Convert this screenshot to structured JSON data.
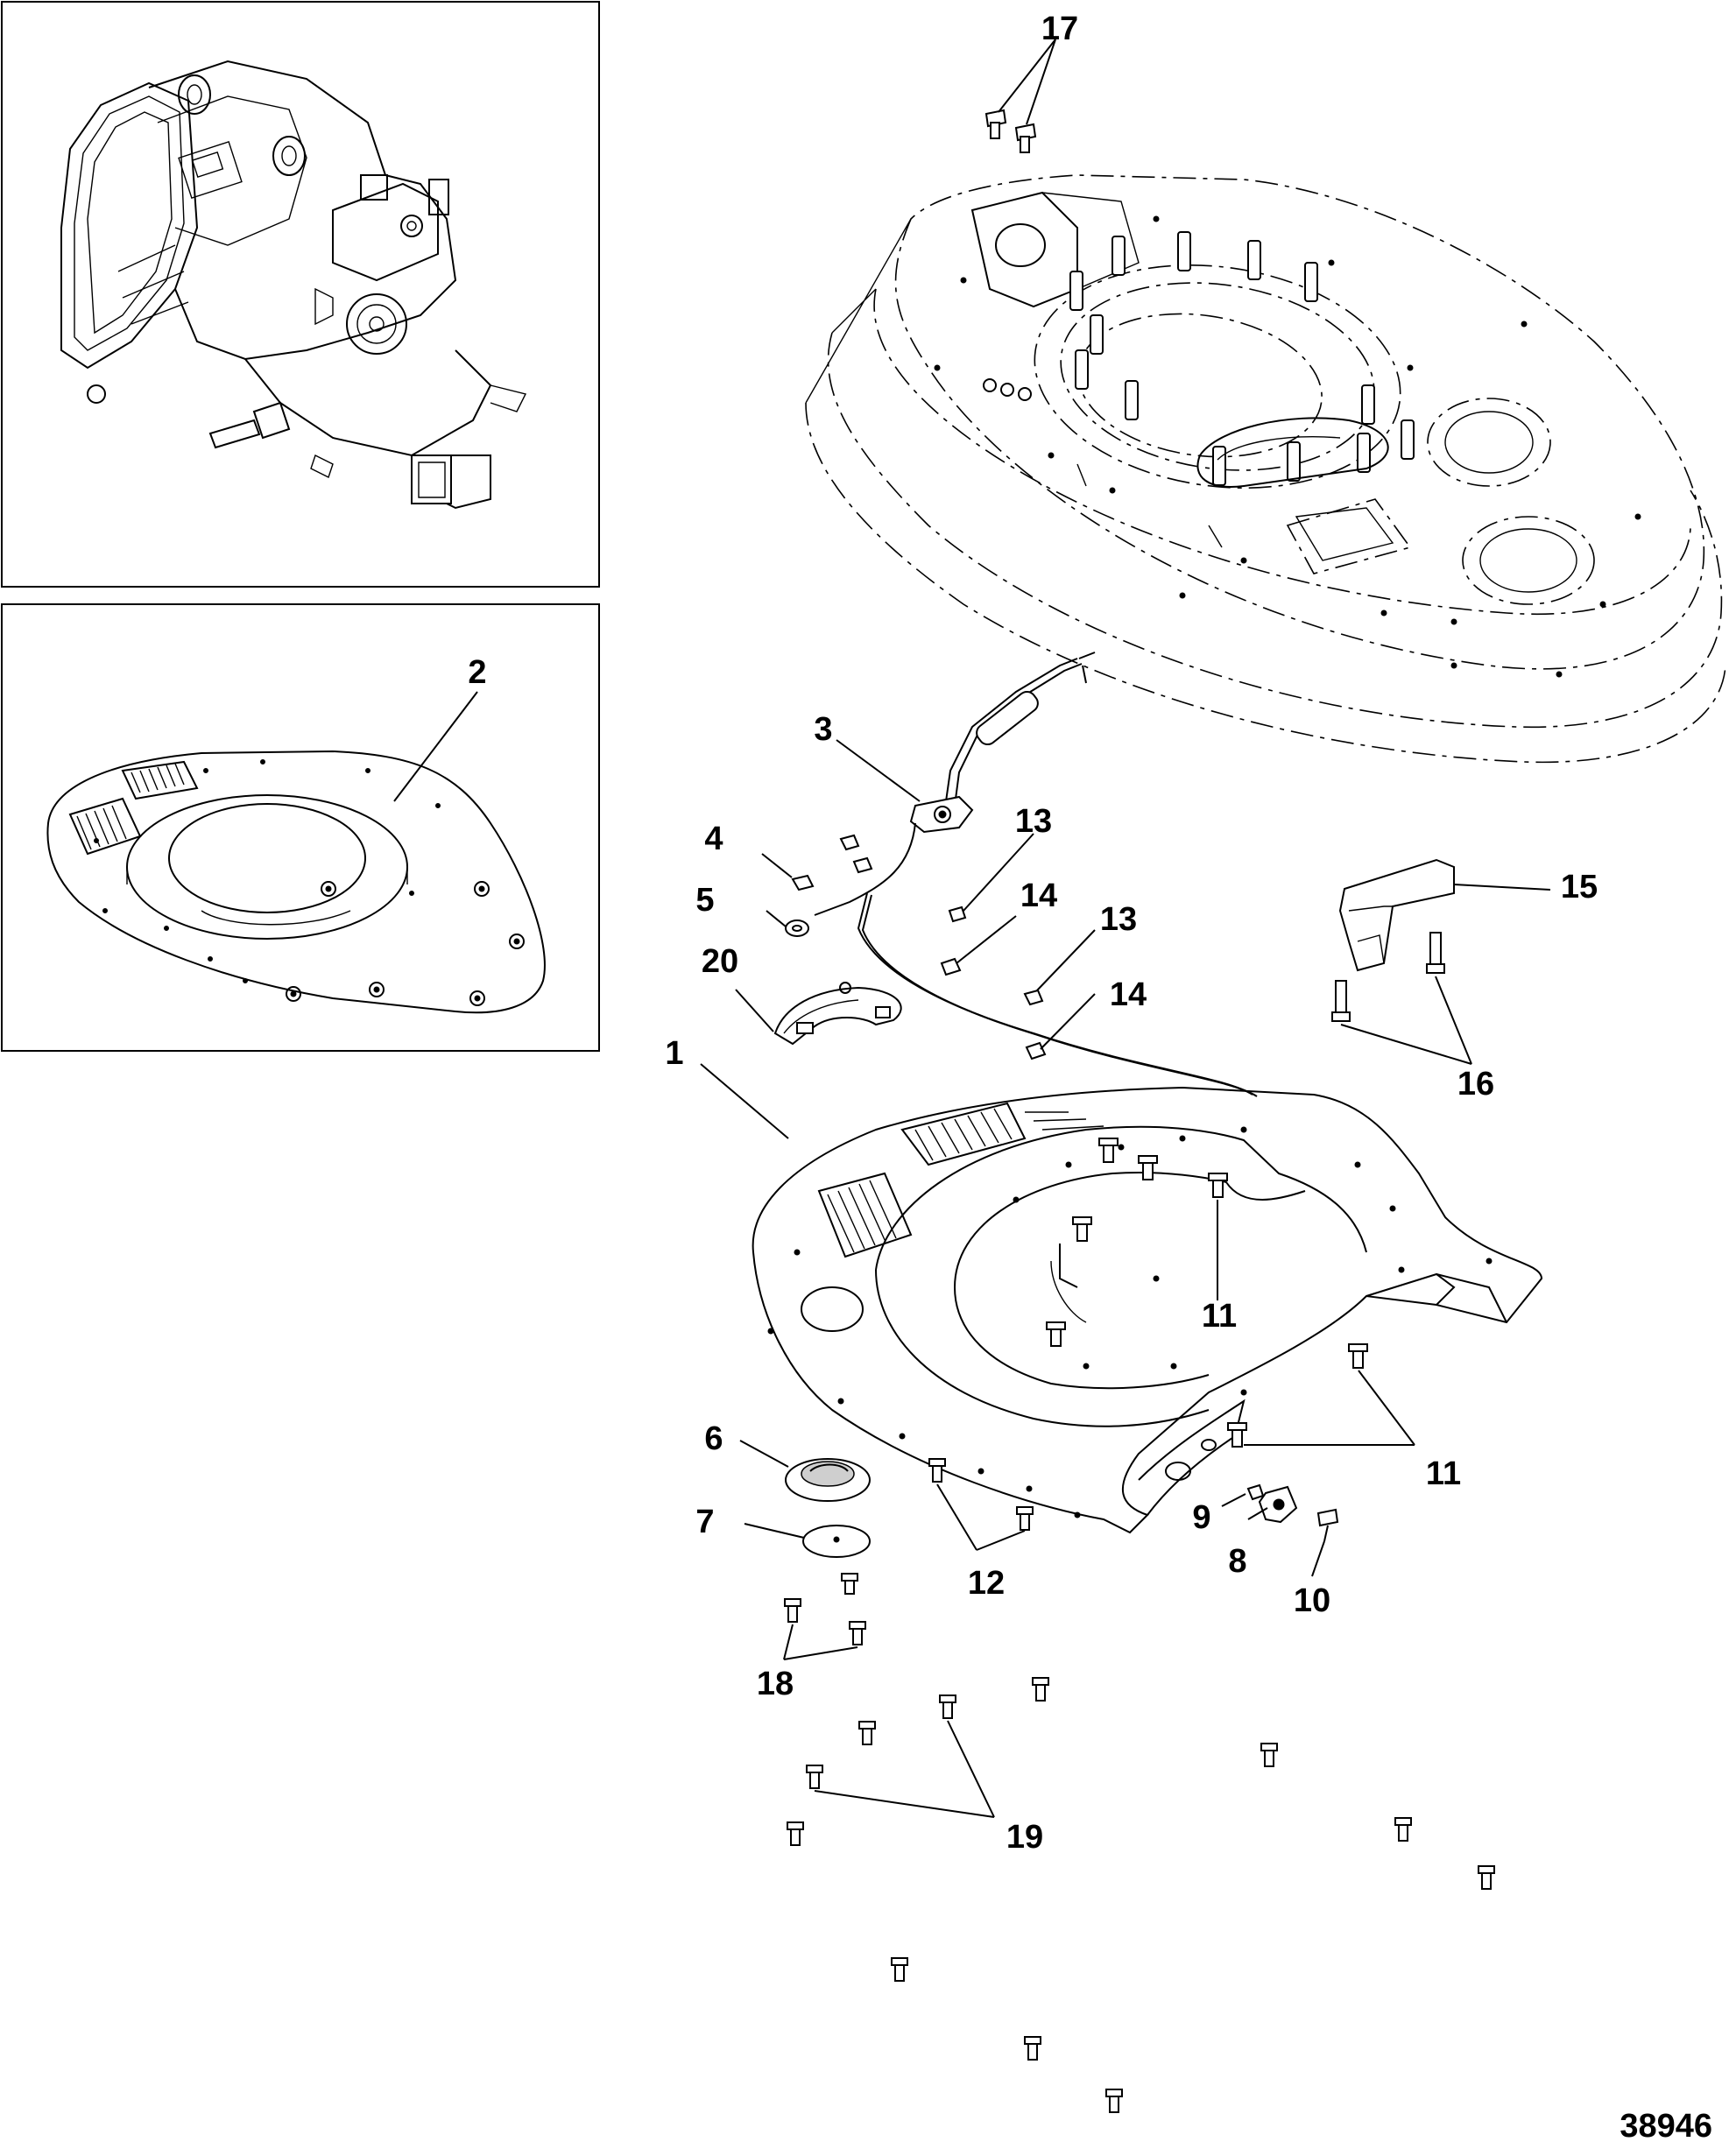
{
  "callouts": [
    {
      "id": "c1",
      "label": "1"
    },
    {
      "id": "c2",
      "label": "2"
    },
    {
      "id": "c3",
      "label": "3"
    },
    {
      "id": "c4",
      "label": "4"
    },
    {
      "id": "c5",
      "label": "5"
    },
    {
      "id": "c6",
      "label": "6"
    },
    {
      "id": "c7",
      "label": "7"
    },
    {
      "id": "c8",
      "label": "8"
    },
    {
      "id": "c9",
      "label": "9"
    },
    {
      "id": "c10",
      "label": "10"
    },
    {
      "id": "c11a",
      "label": "11"
    },
    {
      "id": "c11b",
      "label": "11"
    },
    {
      "id": "c12",
      "label": "12"
    },
    {
      "id": "c13a",
      "label": "13"
    },
    {
      "id": "c13b",
      "label": "13"
    },
    {
      "id": "c14a",
      "label": "14"
    },
    {
      "id": "c14b",
      "label": "14"
    },
    {
      "id": "c15",
      "label": "15"
    },
    {
      "id": "c16",
      "label": "16"
    },
    {
      "id": "c17",
      "label": "17"
    },
    {
      "id": "c18",
      "label": "18"
    },
    {
      "id": "c19",
      "label": "19"
    },
    {
      "id": "c20",
      "label": "20"
    }
  ],
  "drawing_number": "38946"
}
